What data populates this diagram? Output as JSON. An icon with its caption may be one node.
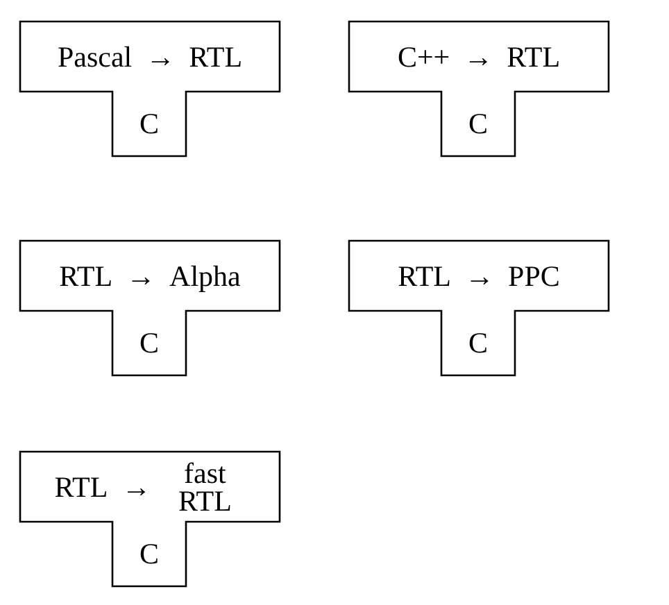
{
  "diagram": {
    "nodes": [
      {
        "text": [
          "Pascal",
          "→",
          "RTL",
          "C"
        ]
      },
      {
        "text": [
          "C++",
          "→",
          "RTL",
          "C"
        ]
      },
      {
        "text": [
          "RTL",
          "→",
          "Alpha",
          "C"
        ]
      },
      {
        "text": [
          "RTL",
          "→",
          "PPC",
          "C"
        ]
      },
      {
        "text": [
          "RTL",
          "→",
          "fast RTL",
          "C"
        ]
      }
    ]
  }
}
